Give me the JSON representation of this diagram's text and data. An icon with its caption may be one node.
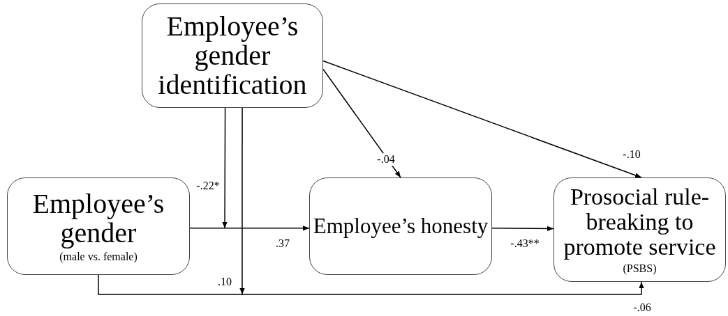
{
  "diagram": {
    "nodes": [
      {
        "text": [
          "Employee’s gender identification"
        ]
      },
      {
        "text": [
          "Employee’s gender",
          "(male vs. female)"
        ]
      },
      {
        "text": [
          "Employee’s honesty"
        ]
      },
      {
        "text": [
          "Prosocial rule-breaking to promote service",
          "(PSBS)"
        ]
      }
    ],
    "edges": [
      {
        "from": 0,
        "to": 2,
        "arrow": "to",
        "label": "-.04"
      },
      {
        "from": 0,
        "to": 3,
        "arrow": "to",
        "label": "-.10"
      },
      {
        "from": 0,
        "to": null,
        "arrow": "to",
        "label": "-.22*"
      },
      {
        "from": 1,
        "to": 2,
        "arrow": "to",
        "label": ".37"
      },
      {
        "from": 0,
        "to": null,
        "arrow": "to",
        "label": ".10"
      },
      {
        "from": 2,
        "to": 3,
        "arrow": "to",
        "label": "-.43**"
      },
      {
        "from": 1,
        "to": 3,
        "arrow": "to",
        "label": "-.06"
      }
    ]
  }
}
